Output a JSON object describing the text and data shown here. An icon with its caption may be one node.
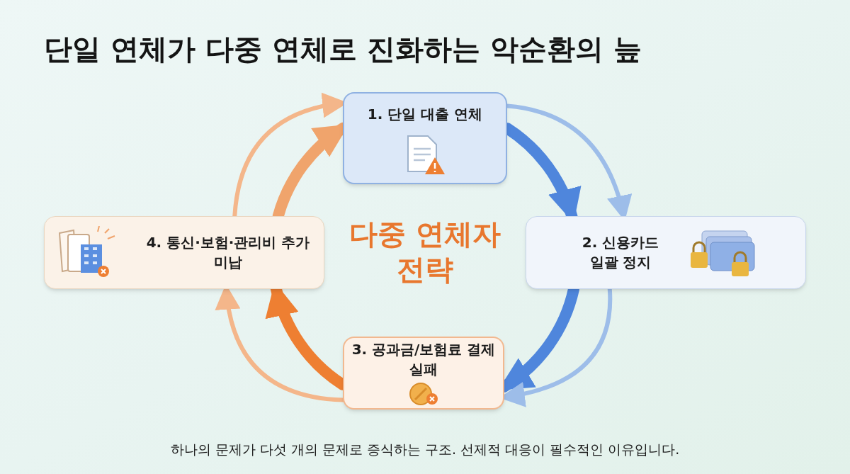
{
  "diagram": {
    "title": "단일 연체가 다중 연체로 진화하는 악순환의 늪",
    "nodes": [
      {
        "text": [
          "1. 단일 대출 연체"
        ]
      },
      {
        "text": [
          "2. 신용카드 일괄 정지"
        ]
      },
      {
        "text": [
          "3. 공과금/보험료 결제 실패"
        ]
      },
      {
        "text": [
          "4. 통신·보험·관리비 추가 미납"
        ]
      }
    ],
    "edges": [
      {
        "from": 0,
        "to": 1,
        "arrow": "to",
        "style": "thick",
        "color": "#4f86dc"
      },
      {
        "from": 1,
        "to": 2,
        "arrow": "to",
        "style": "thick",
        "color": "#4f86dc"
      },
      {
        "from": 2,
        "to": 3,
        "arrow": "to",
        "style": "thick",
        "color": "#ee7f32"
      },
      {
        "from": 3,
        "to": 0,
        "arrow": "to",
        "style": "thick",
        "color": "#f0a46c"
      },
      {
        "from": 0,
        "to": 1,
        "arrow": "to",
        "color": "#9dbde9"
      },
      {
        "from": 1,
        "to": 2,
        "arrow": "to",
        "color": "#9dbde9"
      },
      {
        "from": 2,
        "to": 3,
        "arrow": "to",
        "color": "#f4b68a"
      },
      {
        "from": 3,
        "to": 0,
        "arrow": "to",
        "color": "#f4b68a"
      }
    ],
    "labels": [
      "다중 연체자 전략"
    ],
    "caption": "하나의 문제가 다섯 개의 문제로 증식하는 구조. 선제적 대응이 필수적인 이유입니다."
  }
}
